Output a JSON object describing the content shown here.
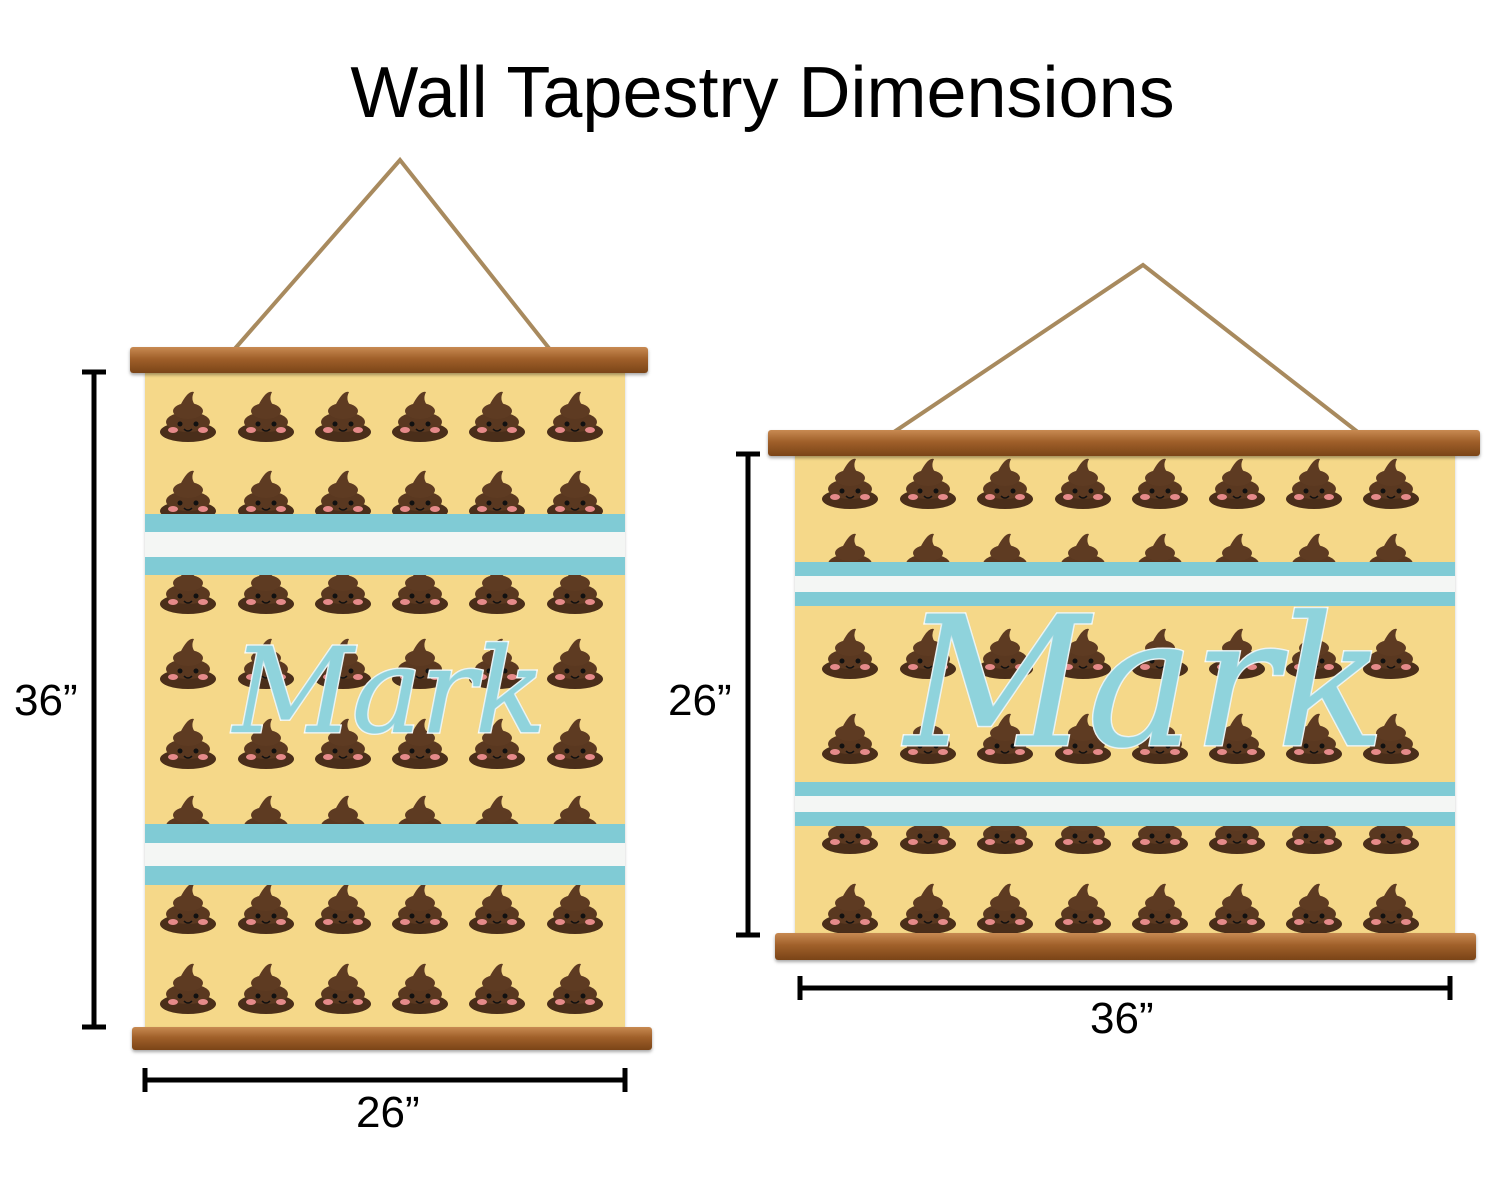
{
  "title": "Wall Tapestry Dimensions",
  "portrait": {
    "height_label": "36”",
    "width_label": "26”",
    "name_text": "Mark"
  },
  "landscape": {
    "height_label": "26”",
    "width_label": "36”",
    "name_text": "Mark"
  },
  "colors": {
    "fabric": "#f5d889",
    "stripe_blue": "#80cbd5",
    "stripe_white": "#f4f6f4",
    "wood": "#a0602a",
    "rope": "#a88a5e"
  }
}
